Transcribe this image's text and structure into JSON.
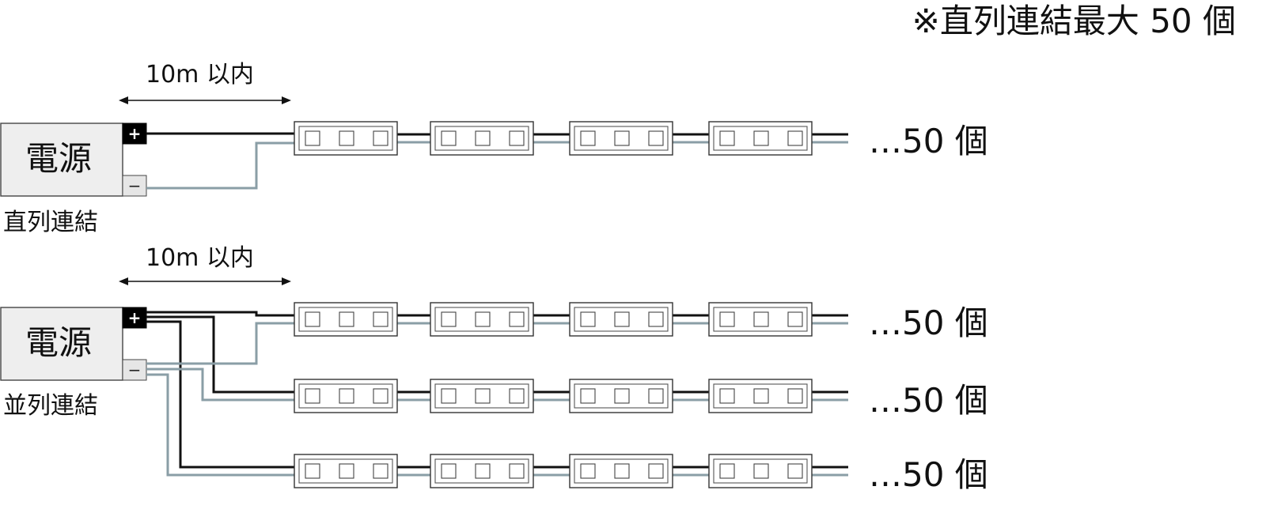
{
  "note": "※直列連結最大 50 個",
  "diagrams": [
    {
      "caption": "直列連結",
      "power_label": "電源",
      "plus_label": "+",
      "minus_label": "−",
      "distance_label": "10m 以内",
      "rows": [
        {
          "count_label": "…50 個"
        }
      ]
    },
    {
      "caption": "並列連結",
      "power_label": "電源",
      "plus_label": "+",
      "minus_label": "−",
      "distance_label": "10m 以内",
      "rows": [
        {
          "count_label": "…50 個"
        },
        {
          "count_label": "…50 個"
        },
        {
          "count_label": "…50 個"
        }
      ]
    }
  ],
  "colors": {
    "positive_wire": "#111111",
    "negative_wire": "#8a9ea6",
    "power_box_fill": "#eeeeee",
    "plus_terminal": "#000000",
    "minus_terminal": "#e6e6e6"
  },
  "modules_per_row_drawn": 4,
  "leds_per_module": 3
}
